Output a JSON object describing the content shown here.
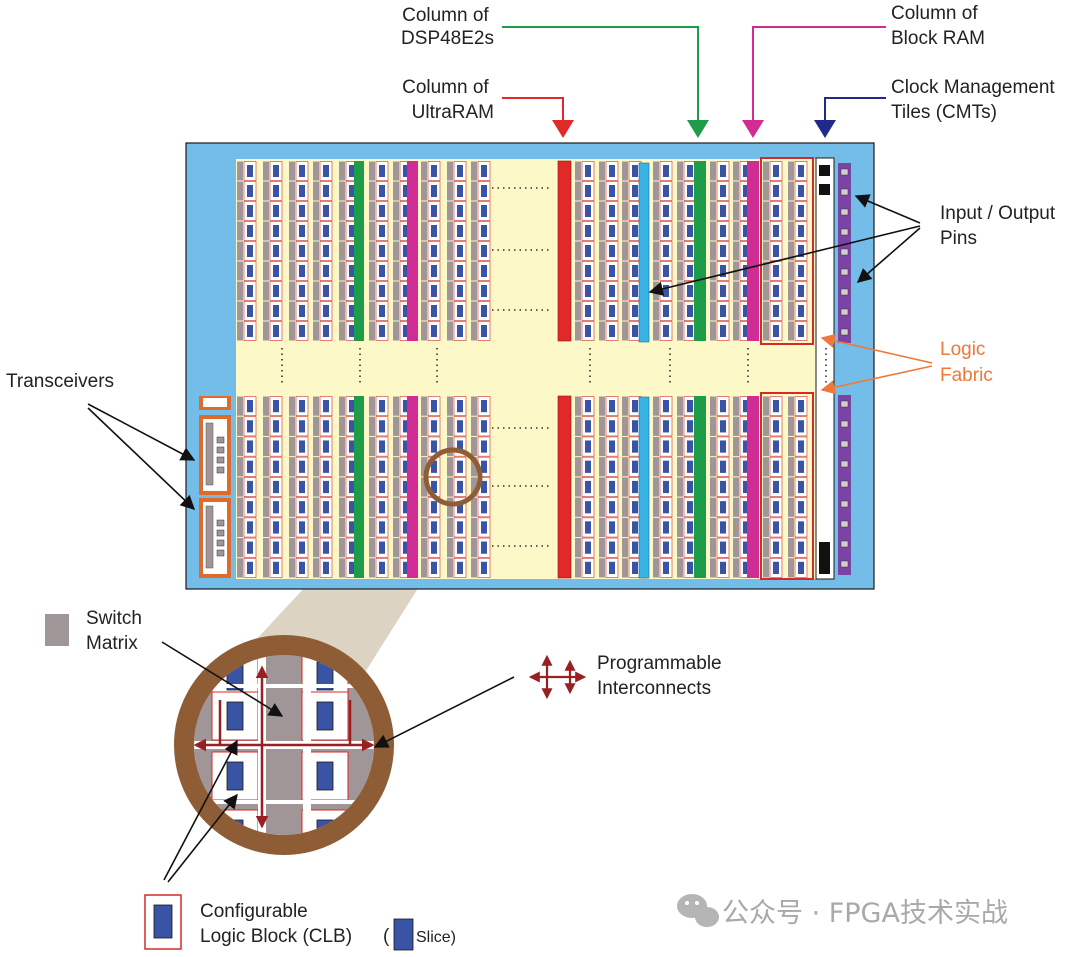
{
  "labels": {
    "dsp": [
      "Column of",
      "DSP48E2s"
    ],
    "bram": [
      "Column of",
      "Block RAM"
    ],
    "uram": [
      "Column of",
      "UltraRAM"
    ],
    "cmt": [
      "Clock Management",
      "Tiles (CMTs)"
    ],
    "io": [
      "Input / Output",
      "Pins"
    ],
    "fabric": [
      "Logic",
      "Fabric"
    ],
    "transceivers": "Transceivers",
    "switch": [
      "Switch",
      "Matrix"
    ],
    "interconnect": [
      "Programmable",
      "Interconnects"
    ],
    "clb": [
      "Configurable",
      "Logic Block (CLB)"
    ],
    "slice_open": "(",
    "slice": "Slice)"
  },
  "watermark": "公众号 · FPGA技术实战",
  "colors": {
    "die": "#74bde9",
    "fabric": "#fdf8c7",
    "tile_gray": "#a09697",
    "slice_blue": "#3a54a5",
    "clb_border": "#d42a2a",
    "dsp": "#1e9c4a",
    "bram": "#d12c93",
    "uram": "#e12a28",
    "cmt_arrow": "#202a8a",
    "io_column": "#7a44a4",
    "hp_column": "#39b3e5",
    "transceiver": "#e06a2a",
    "magnifier": "#8e5d36",
    "interconnect": "#9a1f22",
    "orange_label": "#f07838"
  }
}
